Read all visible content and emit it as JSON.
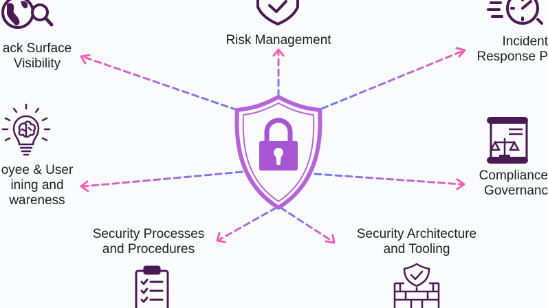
{
  "nodes": {
    "risk_management": {
      "label": "Risk Management",
      "icon": "shield-check-icon"
    },
    "attack_surface": {
      "label": "ack Surface\nVisibility",
      "icon": "globe-search-icon"
    },
    "incident_response": {
      "label": "Incident\nResponse P",
      "icon": "stopwatch-icon"
    },
    "employee_training": {
      "label": "oyee & User\nining and\nwareness",
      "icon": "brain-lightbulb-icon"
    },
    "compliance": {
      "label": "Compliance\nGovernanc",
      "icon": "scroll-scales-icon"
    },
    "security_processes": {
      "label": "Security Processes\nand Procedures",
      "icon": "checklist-clipboard-icon"
    },
    "security_architecture": {
      "label": "Security Architecture\nand Tooling",
      "icon": "firewall-shield-icon"
    }
  },
  "center": {
    "icon": "shield-lock-icon"
  },
  "colors": {
    "icon_purple": "#4a1a52",
    "shield_purple": "#b565d8",
    "lock_purple": "#a855d4",
    "arrow_blue": "#6b7cf0",
    "arrow_pink": "#ef5fb0",
    "text": "#1d1d1f",
    "background": "#fafbfd"
  }
}
